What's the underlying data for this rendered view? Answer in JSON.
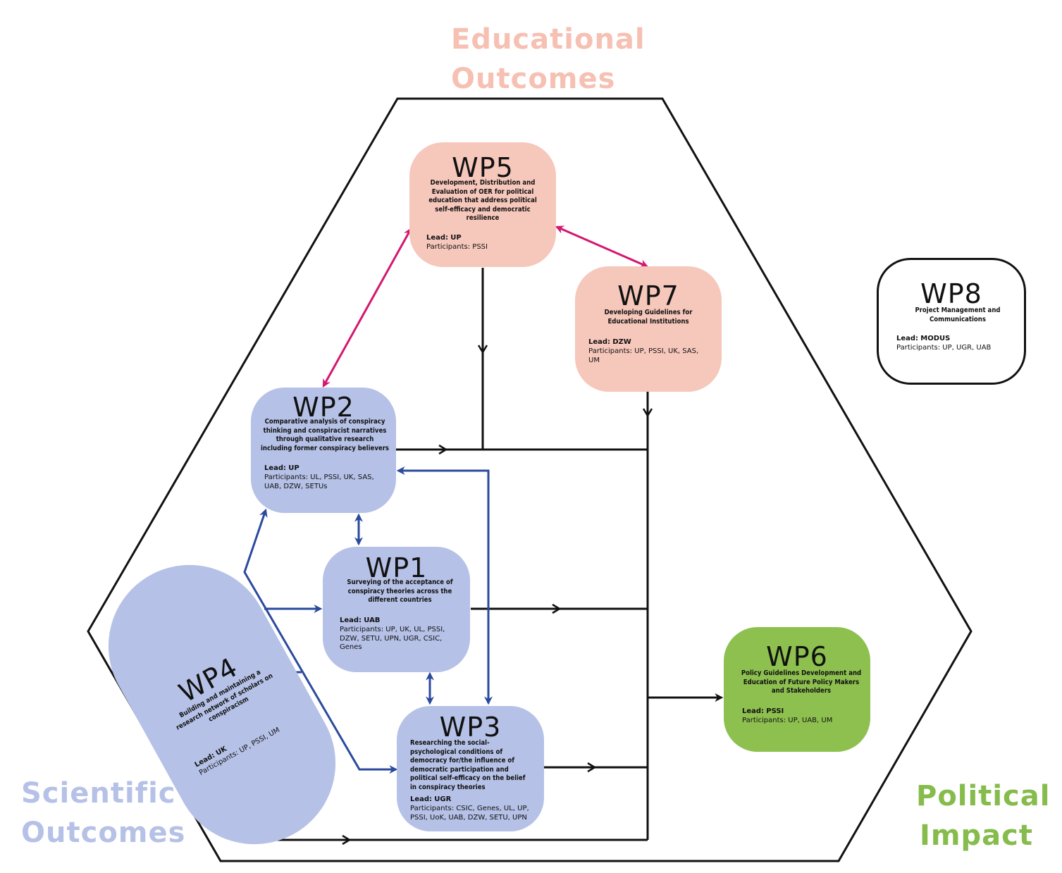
{
  "corner_labels": {
    "educational": {
      "line1": "Educational",
      "line2": "Outcomes",
      "color": "#f6c0b3"
    },
    "scientific": {
      "line1": "Scientific",
      "line2": "Outcomes",
      "color": "#b5c1e6"
    },
    "political": {
      "line1": "Political",
      "line2": "Impact",
      "color": "#86bc4c"
    }
  },
  "colors": {
    "scientific_box": "#b5c1e6",
    "educational_box": "#f6c7bb",
    "political_box": "#8dc04f",
    "blue_arrow": "#2a4a9e",
    "magenta_arrow": "#d4176f",
    "black_line": "#111111"
  },
  "work_packages": {
    "wp1": {
      "title": "WP1",
      "description": "Surveying of the acceptance of conspiracy theories across the different countries",
      "lead_label": "Lead:",
      "lead": "UAB",
      "participants_label": "Participants:",
      "participants": "UP, UK, UL, PSSI, DZW, SETU, UPN, UGR, CSIC, Genes"
    },
    "wp2": {
      "title": "WP2",
      "description": "Comparative analysis of conspiracy thinking and conspiracist narratives through qualitative research including former conspiracy believers",
      "lead_label": "Lead:",
      "lead": "UP",
      "participants_label": "Participants:",
      "participants": "UL, PSSI, UK, SAS, UAB, DZW, SETUs"
    },
    "wp3": {
      "title": "WP3",
      "description": "Researching the social-psychological conditions of democracy for/the influence of democratic participation and political self-efficacy on the belief in conspiracy theories",
      "lead_label": "Lead:",
      "lead": "UGR",
      "participants_label": "Participants:",
      "participants": "CSIC, Genes, UL, UP, PSSI, UoK, UAB, DZW, SETU, UPN"
    },
    "wp4": {
      "title": "WP4",
      "description": "Building and maintaining a research network of scholars on conspiracism",
      "lead_label": "Lead:",
      "lead": "UK",
      "participants_label": "Participants:",
      "participants": "UP, PSSI, UM"
    },
    "wp5": {
      "title": "WP5",
      "description": "Development, Distribution and Evaluation of OER for political education that address political self-efficacy and democratic resilience",
      "lead_label": "Lead:",
      "lead": "UP",
      "participants_label": "Participants:",
      "participants": "PSSI"
    },
    "wp6": {
      "title": "WP6",
      "description": "Policy Guidelines Development and Education of Future Policy Makers and Stakeholders",
      "lead_label": "Lead:",
      "lead": "PSSI",
      "participants_label": "Participants:",
      "participants": "UP, UAB, UM"
    },
    "wp7": {
      "title": "WP7",
      "description": "Developing Guidelines for Educational Institutions",
      "lead_label": "Lead:",
      "lead": "DZW",
      "participants_label": "Participants:",
      "participants": "UP, PSSI, UK, SAS, UM"
    },
    "wp8": {
      "title": "WP8",
      "description": "Project Management and Communications",
      "lead_label": "Lead:",
      "lead": "MODUS",
      "participants_label": "Participants:",
      "participants": "UP, UGR, UAB"
    }
  }
}
